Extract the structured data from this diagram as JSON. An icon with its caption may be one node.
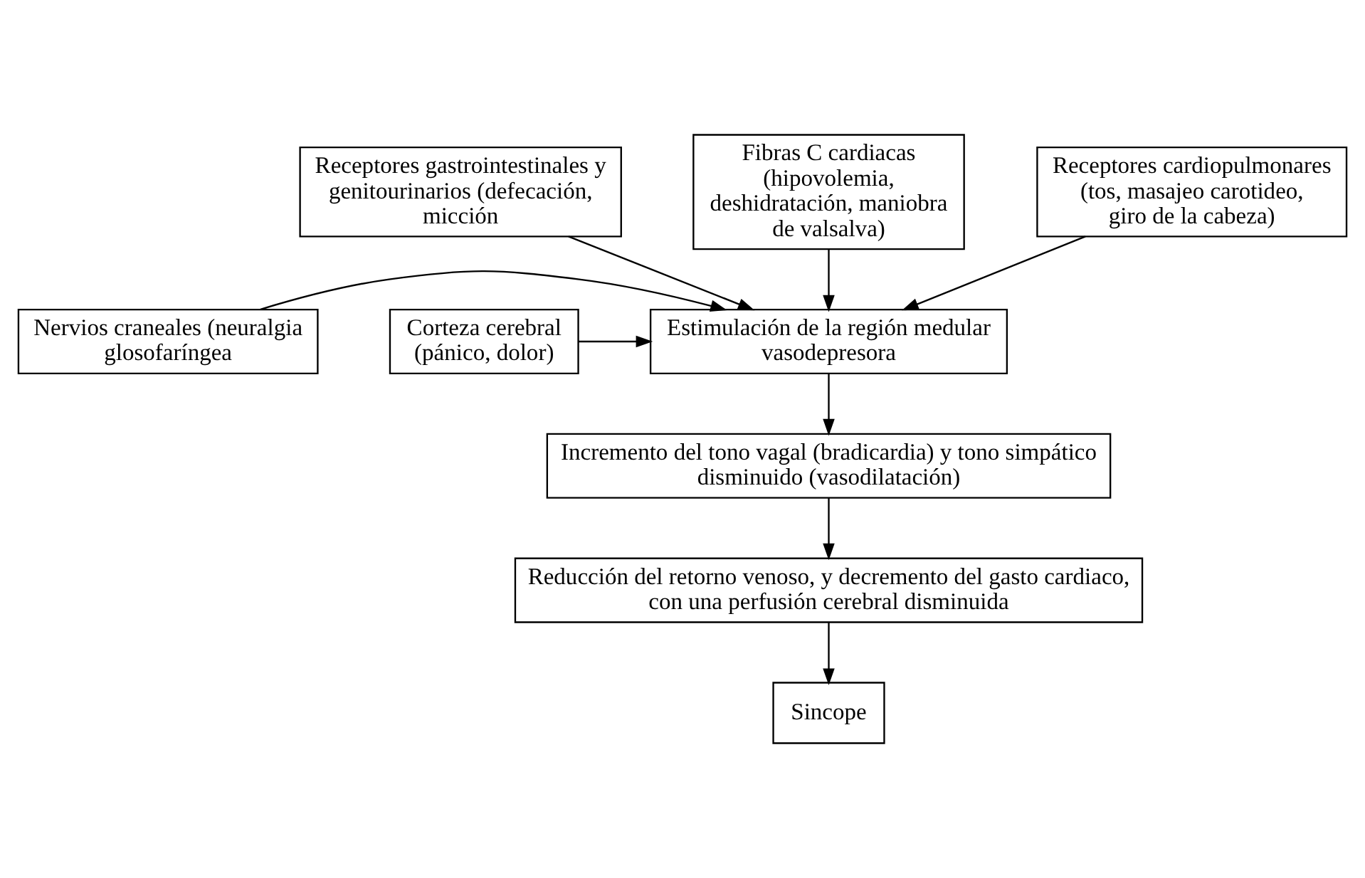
{
  "diagram": {
    "nodes": [
      {
        "text": [
          "Receptores gastrointestinales y genitourinarios (defecación, micción"
        ]
      },
      {
        "text": [
          "Fibras C cardiacas (hipovolemia, deshidratación, maniobra de valsalva)"
        ]
      },
      {
        "text": [
          "Receptores cardiopulmonares (tos, masajeo carotideo, giro de la cabeza)"
        ]
      },
      {
        "text": [
          "Estimulación de la región medular vasodepresora"
        ]
      },
      {
        "text": [
          "Nervios craneales (neuralgia glosofaríngea"
        ]
      },
      {
        "text": [
          "Corteza cerebral (pánico, dolor)"
        ]
      },
      {
        "text": [
          "Incremento del tono vagal (bradicardia) y tono simpático disminuido (vasodilatación)"
        ]
      },
      {
        "text": [
          "Reducción del retorno venoso, y decremento del gasto cardiaco, con una perfusión cerebral disminuida"
        ]
      },
      {
        "text": [
          "Sincope"
        ]
      }
    ],
    "edges": [
      {
        "from": 0,
        "to": 3,
        "arrow": "to"
      },
      {
        "from": 1,
        "to": 3,
        "arrow": "to"
      },
      {
        "from": 2,
        "to": 3,
        "arrow": "to"
      },
      {
        "from": 4,
        "to": 3,
        "arrow": "to"
      },
      {
        "from": 5,
        "to": 3,
        "arrow": "to"
      },
      {
        "from": 3,
        "to": 6,
        "arrow": "to"
      },
      {
        "from": 6,
        "to": 7,
        "arrow": "to"
      },
      {
        "from": 7,
        "to": 8,
        "arrow": "to"
      }
    ]
  }
}
